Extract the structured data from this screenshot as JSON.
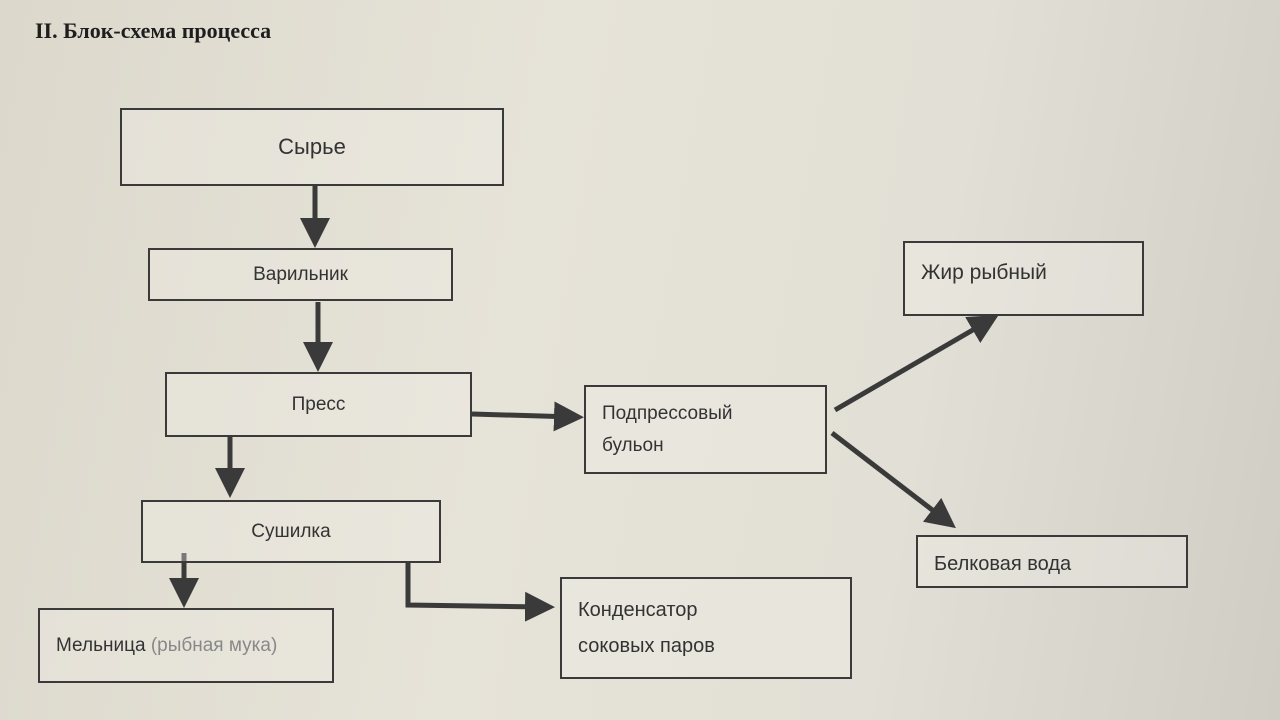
{
  "title": "II. Блок-схема процесса",
  "nodes": {
    "raw": "Сырье",
    "cooker": "Варильник",
    "press": "Пресс",
    "dryer": "Сушилка",
    "mill": "Мельница",
    "mill_note": "(рыбная мука)",
    "broth_line1": "Подпрессовый",
    "broth_line2": "бульон",
    "fish_oil": "Жир рыбный",
    "protein_water": "Белковая вода",
    "condenser_line1": "Конденсатор",
    "condenser_line2": "соковых паров"
  }
}
